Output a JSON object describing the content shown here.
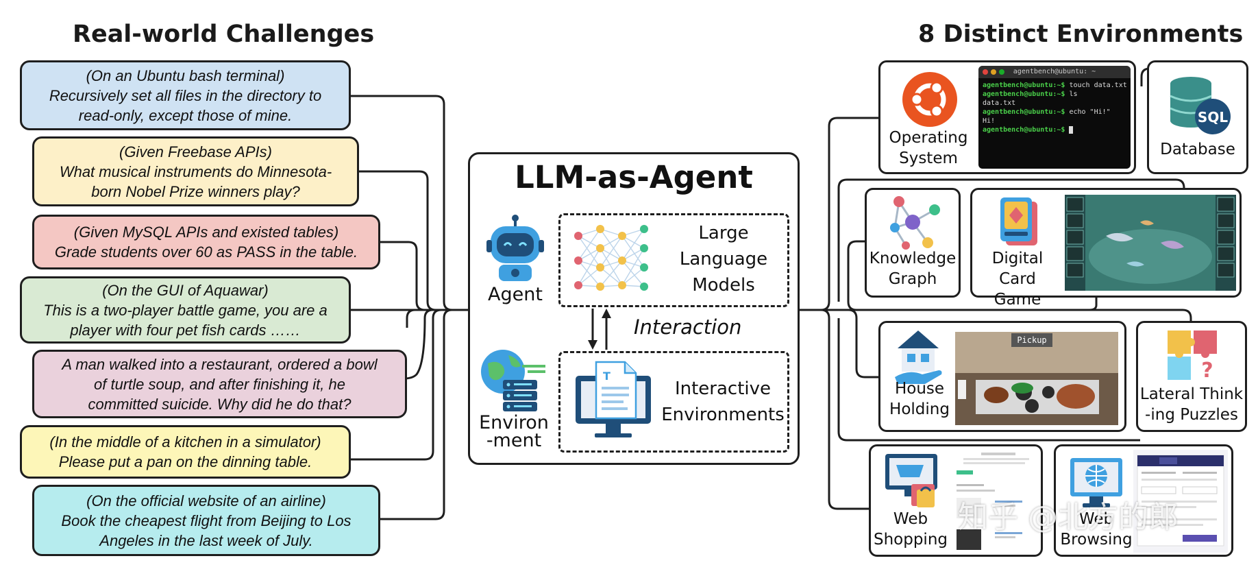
{
  "left_header": "Real-world Challenges",
  "right_header": "8 Distinct Environments",
  "challenges": [
    {
      "lines": [
        "(On an Ubuntu bash terminal)",
        "Recursively set all files in the directory to",
        "read-only, except those of mine."
      ],
      "color": "#cfe2f3"
    },
    {
      "lines": [
        "(Given Freebase APIs)",
        "What musical instruments do Minnesota-",
        "born Nobel Prize winners play?"
      ],
      "color": "#fdf0c8"
    },
    {
      "lines": [
        "(Given MySQL APIs and existed tables)",
        "Grade students over 60 as PASS in the table."
      ],
      "color": "#f4c7c3"
    },
    {
      "lines": [
        "(On the GUI of Aquawar)",
        "This is a two-player battle game, you are a",
        "player with four pet fish cards ……"
      ],
      "color": "#d9ead3"
    },
    {
      "lines": [
        "A man walked into a restaurant, ordered a bowl",
        "of turtle soup, and after finishing it, he",
        "committed suicide. Why did he do that?"
      ],
      "color": "#ead1dc"
    },
    {
      "lines": [
        "(In the middle of a kitchen in a simulator)",
        "Please put a pan on the dinning table."
      ],
      "color": "#fdf6b8"
    },
    {
      "lines": [
        "(On the official website of an airline)",
        "Book the cheapest flight from Beijing to Los",
        "Angeles in the last week of July."
      ],
      "color": "#b6ecee"
    }
  ],
  "center": {
    "title": "LLM-as-Agent",
    "agent_label": "Agent",
    "environment_label_1": "Environ",
    "environment_label_2": "-ment",
    "llm_lines": [
      "Large",
      "Language",
      "Models"
    ],
    "interaction_label": "Interaction",
    "env_lines": [
      "Interactive",
      "Environments"
    ]
  },
  "environments": {
    "os": [
      "Operating",
      "System"
    ],
    "db": [
      "Database"
    ],
    "kg": [
      "Knowledge",
      "Graph"
    ],
    "dcg": [
      "Digital Card",
      "Game"
    ],
    "hh": [
      "House",
      "Holding"
    ],
    "ltp": [
      "Lateral Think",
      "-ing Puzzles"
    ],
    "ws": [
      "Web",
      "Shopping"
    ],
    "wb": [
      "Web",
      "Browsing"
    ]
  },
  "terminal": {
    "title": "agentbench@ubuntu: ~",
    "prompt": "agentbench@ubuntu:~$",
    "lines": [
      {
        "prompt": true,
        "cmd": " touch data.txt"
      },
      {
        "prompt": true,
        "cmd": " ls"
      },
      {
        "prompt": false,
        "cmd": "data.txt"
      },
      {
        "prompt": true,
        "cmd": " echo \"Hi!\""
      },
      {
        "prompt": false,
        "cmd": "Hi!"
      },
      {
        "prompt": true,
        "cmd": " "
      }
    ]
  },
  "db_icon_text": "SQL",
  "pickup_label": "Pickup",
  "watermark": "知乎 @北方的郎",
  "colors": {
    "ubuntu": "#e95420",
    "db": "#3a8f8a",
    "db_badge": "#1f4e79",
    "line": "#1e1e1e"
  }
}
